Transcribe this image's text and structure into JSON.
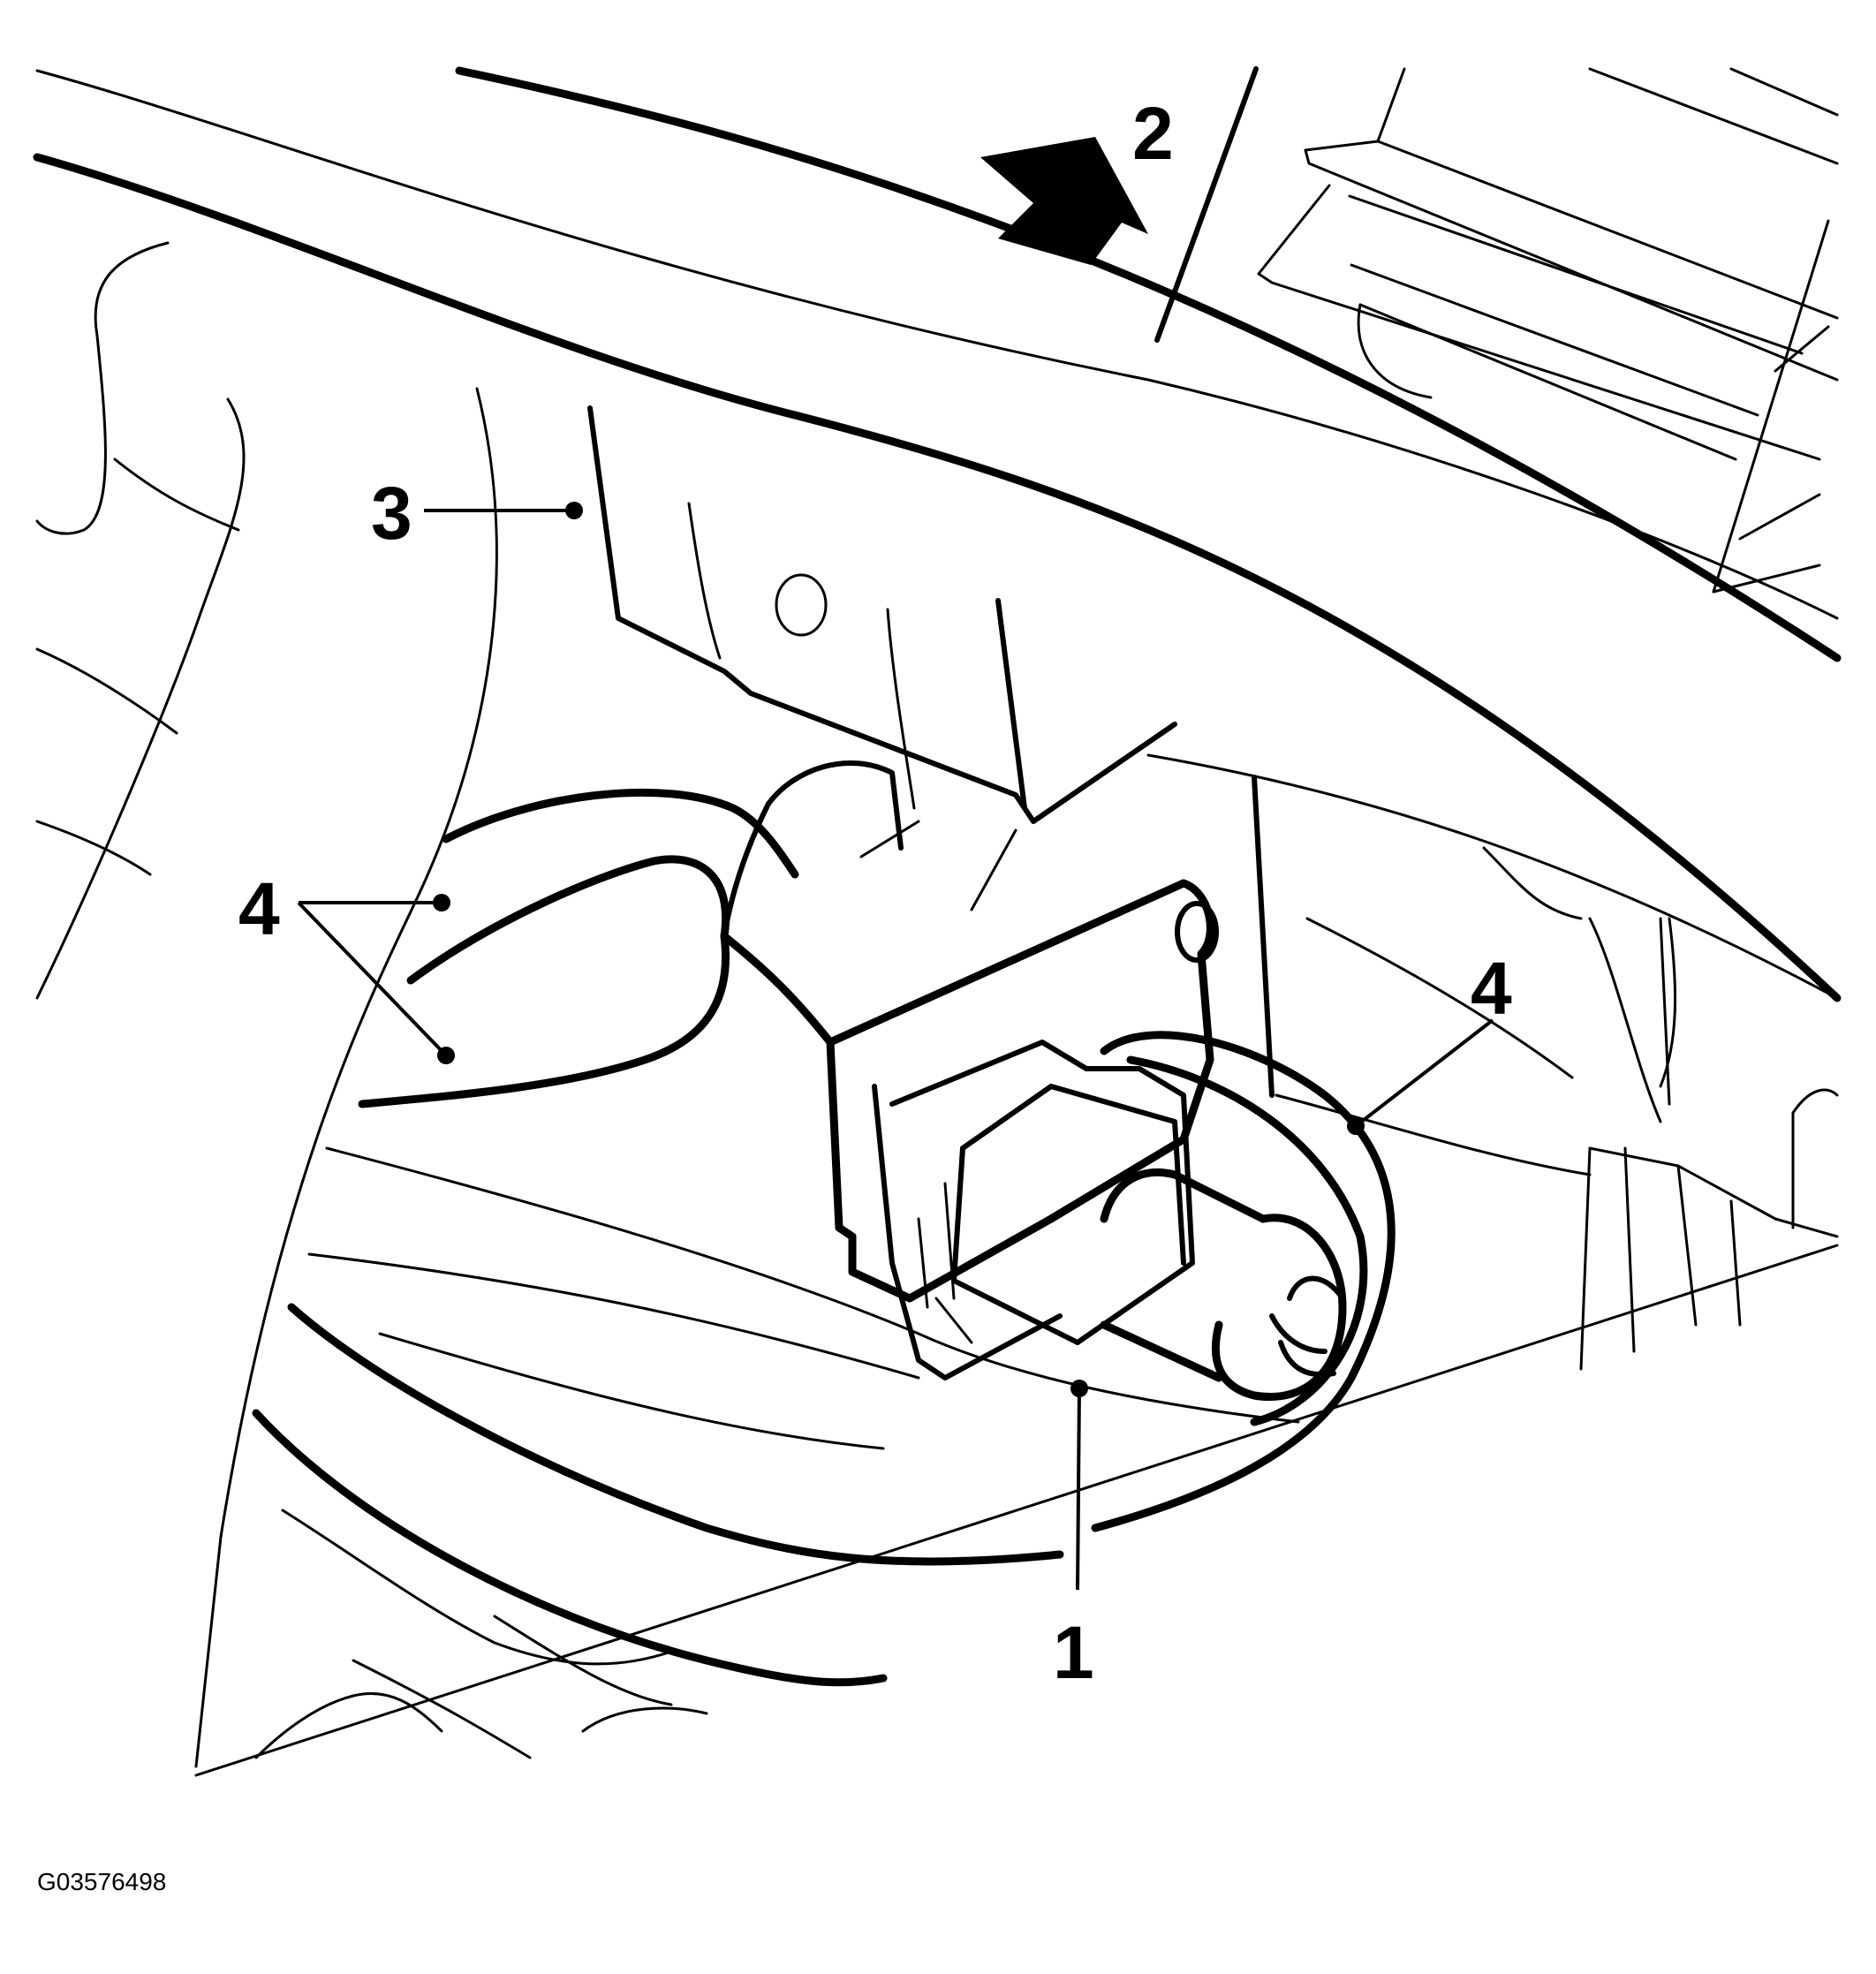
{
  "figure": {
    "id_label": "G03576498",
    "callouts": {
      "c1": "1",
      "c2": "2",
      "c3": "3",
      "c4": "4"
    },
    "direction_arrow_icon": "up-right-arrow-icon",
    "ink_color": "#000000",
    "background_color": "#ffffff"
  }
}
